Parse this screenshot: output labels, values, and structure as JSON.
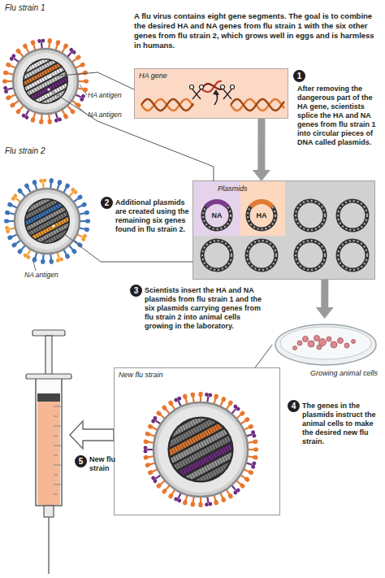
{
  "diagram": {
    "nodes": [
      {
        "text": [
          "Flu strain 1"
        ]
      },
      {
        "text": [
          "HA gene"
        ]
      },
      {
        "text": [
          "Flu strain 2"
        ]
      },
      {
        "text": [
          "Plasmids"
        ]
      },
      {
        "text": [
          "NA"
        ],
        "in": 3
      },
      {
        "text": [
          "HA"
        ],
        "in": 3
      },
      {
        "text": [
          "Growing animal cells"
        ]
      },
      {
        "text": [
          "New flu strain"
        ]
      }
    ],
    "edges": [
      {
        "from": 0,
        "to": 1,
        "arrow": "none"
      },
      {
        "from": 0,
        "to": 4,
        "arrow": "none"
      },
      {
        "from": 1,
        "to": 5,
        "arrow": "to"
      },
      {
        "from": 2,
        "to": 3,
        "arrow": "none"
      },
      {
        "from": 3,
        "to": 6,
        "arrow": "to"
      },
      {
        "from": 6,
        "to": 7,
        "arrow": "none"
      }
    ],
    "labels": [
      "HA antigen",
      "NA antigen",
      "A flu virus contains eight gene segments. The goal is to combine the desired HA and NA genes from flu strain 1 with the six other genes from flu strain 2, which grows well in eggs and is harmless in humans.",
      "1",
      "After removing the dangerous part of the HA gene, scientists splice the HA and NA genes from flu strain 1 into circular pieces of DNA called plasmids.",
      "2",
      "Additional plasmids are created using the remaining six genes found in flu strain 2.",
      "NA antigen",
      "3",
      "Scientists insert the HA and NA plasmids from flu strain 1 and the six plasmids carrying genes from flu strain 2 into animal cells growing in the laboratory.",
      "4",
      "The genes in the plasmids instruct the animal cells to make the desired new flu strain.",
      "5",
      "New flu strain"
    ]
  }
}
